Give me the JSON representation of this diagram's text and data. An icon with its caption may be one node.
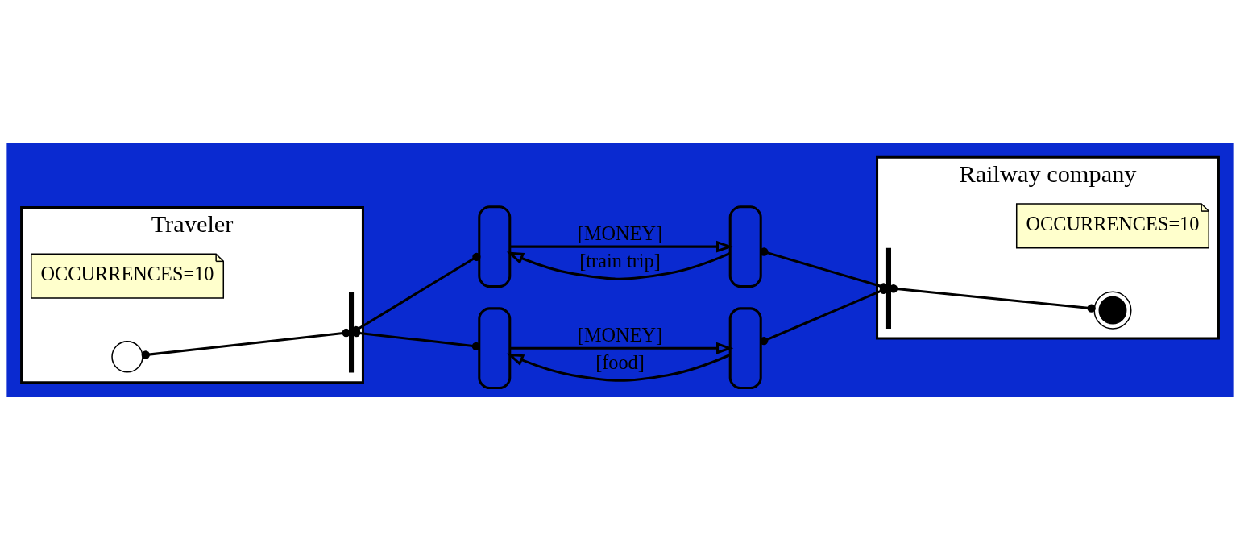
{
  "diagram": {
    "nodes": [
      {
        "text": [
          "Traveler"
        ]
      },
      {
        "text": [
          "Railway company"
        ]
      },
      {
        "text": [],
        "shape": "circle",
        "in": 0,
        "beside": [
          "OCCURRENCES=10"
        ]
      },
      {
        "text": [],
        "shape": "bar",
        "in": 0
      },
      {
        "text": [],
        "shape": "box"
      },
      {
        "text": [],
        "shape": "box"
      },
      {
        "text": [],
        "shape": "box"
      },
      {
        "text": [],
        "shape": "box"
      },
      {
        "text": [],
        "shape": "bar",
        "in": 1
      },
      {
        "text": [],
        "shape": "circle",
        "in": 1,
        "beside": [
          "OCCURRENCES=10"
        ]
      }
    ],
    "edges": [
      {
        "from": 2,
        "to": 3,
        "arrow": "other"
      },
      {
        "from": 3,
        "to": 4,
        "arrow": "other"
      },
      {
        "from": 3,
        "to": 5,
        "arrow": "other"
      },
      {
        "from": 4,
        "to": 6,
        "arrow": "to",
        "label": "[MONEY]"
      },
      {
        "from": 6,
        "to": 4,
        "arrow": "to",
        "label": "[train trip]"
      },
      {
        "from": 5,
        "to": 7,
        "arrow": "to",
        "label": "[MONEY]"
      },
      {
        "from": 7,
        "to": 5,
        "arrow": "to",
        "label": "[food]"
      },
      {
        "from": 6,
        "to": 8,
        "arrow": "other"
      },
      {
        "from": 7,
        "to": 8,
        "arrow": "other"
      },
      {
        "from": 8,
        "to": 9,
        "arrow": "other"
      }
    ]
  }
}
